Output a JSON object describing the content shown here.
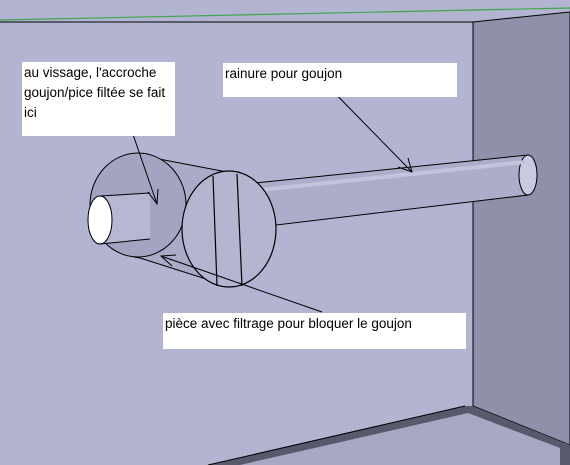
{
  "annotations": {
    "screwing_note": "au vissage, l'accroche\ngoujon/pice filtée se fait\nici",
    "groove_note": "rainure pour goujon",
    "part_note": "pièce avec filtrage pour bloquer le goujon"
  },
  "colors": {
    "wall_face": "#b3b4d2",
    "side_face": "#8f91ab",
    "bottom_face": "#a7a8c3",
    "bottom_dark_edge": "#4a4b5a",
    "top_green_line": "#3fa64a",
    "edge": "#000000"
  }
}
